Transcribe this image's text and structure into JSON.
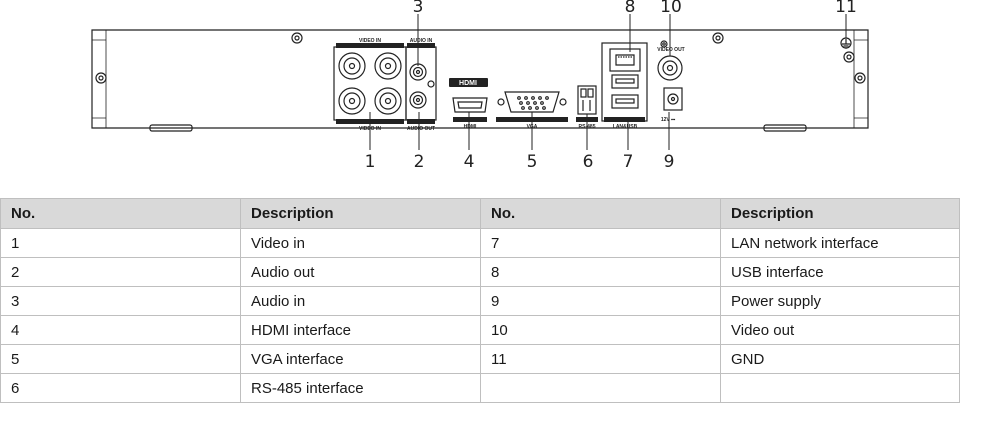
{
  "callouts": {
    "top": [
      "3",
      "8",
      "10",
      "11"
    ],
    "bottom": [
      "1",
      "2",
      "4",
      "5",
      "6",
      "7",
      "9"
    ]
  },
  "panel_labels": {
    "video_in_top": "VIDEO IN",
    "video_in_bottom": "VIDEO IN",
    "audio_in": "AUDIO IN",
    "audio_out": "AUDIO OUT",
    "hdmi_logo": "HDMI",
    "hdmi": "HDMI",
    "vga": "VGA",
    "rs485": "RS-485",
    "lan_usb": "LAN&USB",
    "video_out": "VIDEO OUT",
    "power": "12V ⎓"
  },
  "table": {
    "headers": [
      "No.",
      "Description",
      "No.",
      "Description"
    ],
    "rows": [
      [
        "1",
        "Video in",
        "7",
        "LAN network interface"
      ],
      [
        "2",
        "Audio out",
        "8",
        "USB interface"
      ],
      [
        "3",
        "Audio in",
        "9",
        "Power supply"
      ],
      [
        "4",
        "HDMI interface",
        "10",
        "Video out"
      ],
      [
        "5",
        "VGA interface",
        "11",
        "GND"
      ],
      [
        "6",
        "RS-485 interface",
        "",
        ""
      ]
    ]
  },
  "colors": {
    "header_bg": "#d9d9d9",
    "border": "#bfbfbf",
    "line": "#222222"
  }
}
